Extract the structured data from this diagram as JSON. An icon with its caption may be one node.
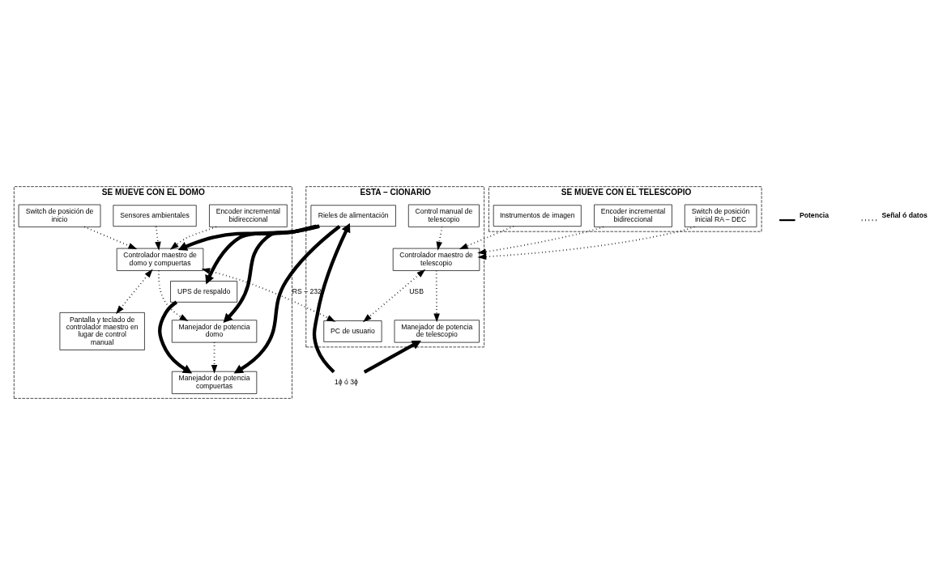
{
  "diagram": {
    "nodes": [
      {
        "text": [
          "SE MUEVE CON EL DOMO"
        ]
      },
      {
        "text": [
          "Controlador maestro de domo y compuertas"
        ],
        "in": 0
      },
      {
        "text": [
          "Manejador de potencia domo"
        ],
        "in": 0
      },
      {
        "text": [
          "Manejador de potencia compuertas"
        ],
        "in": 0
      },
      {
        "text": [
          "Pantalla y teclado de controlador maestro en lugar de control manual"
        ],
        "in": 0
      },
      {
        "text": [
          "UPS de respaldo"
        ],
        "in": 0
      },
      {
        "text": [
          "Encoder incremental bidireccional"
        ],
        "in": 0
      },
      {
        "text": [
          "Sensores ambientales"
        ],
        "in": 0
      },
      {
        "text": [
          "Switch de posición de inicio"
        ],
        "in": 0
      },
      {
        "text": [
          "ESTA – CIONARIO"
        ]
      },
      {
        "text": [
          "PC de usuario"
        ],
        "in": 9
      },
      {
        "text": [
          "Manejador de potencia de telescopio"
        ],
        "in": 9
      },
      {
        "text": [
          "Rieles de alimentación"
        ],
        "in": 9
      },
      {
        "text": [
          "Control manual de telescopio"
        ],
        "in": 9
      },
      {
        "text": [
          "Controlador maestro de telescopio"
        ],
        "in": 9
      },
      {
        "text": [
          "SE MUEVE CON EL TELESCOPIO"
        ]
      },
      {
        "text": [
          "Switch de posición inicial RA – DEC"
        ],
        "in": 15
      },
      {
        "text": [
          "Instrumentos de imagen"
        ],
        "in": 15
      },
      {
        "text": [
          "Encoder incremental bidireccional"
        ],
        "in": 15
      },
      {
        "text": [
          "1ϕ ó 3ϕ"
        ]
      }
    ],
    "edges": [
      {
        "from": 1,
        "to": 10,
        "arrow": "both",
        "label": "RS – 232",
        "style": "dashed"
      },
      {
        "from": 14,
        "to": 10,
        "arrow": "both",
        "label": "USB",
        "style": "dashed"
      },
      {
        "from": 1,
        "to": 2,
        "arrow": "to",
        "style": "dashed"
      },
      {
        "from": 2,
        "to": 3,
        "arrow": "to",
        "style": "dashed"
      },
      {
        "from": 1,
        "to": 4,
        "arrow": "both",
        "style": "dashed"
      },
      {
        "from": 6,
        "to": 1,
        "arrow": "to",
        "style": "dashed"
      },
      {
        "from": 7,
        "to": 1,
        "arrow": "to",
        "style": "dashed"
      },
      {
        "from": 8,
        "to": 1,
        "arrow": "to",
        "style": "dashed"
      },
      {
        "from": 19,
        "to": 11,
        "arrow": "to",
        "style": "thick"
      },
      {
        "from": 19,
        "to": 12,
        "arrow": "to",
        "style": "thick"
      },
      {
        "from": 12,
        "to": 5,
        "arrow": "to",
        "style": "thick"
      },
      {
        "from": 12,
        "to": 2,
        "arrow": "to",
        "style": "thick"
      },
      {
        "from": 12,
        "to": 3,
        "arrow": "to",
        "style": "thick"
      },
      {
        "from": 12,
        "to": 1,
        "arrow": "to",
        "style": "thick"
      },
      {
        "from": 5,
        "to": 3,
        "arrow": "to",
        "style": "thick"
      },
      {
        "from": 13,
        "to": 14,
        "arrow": "to",
        "style": "dashed"
      },
      {
        "from": 14,
        "to": 11,
        "arrow": "to",
        "style": "dashed"
      },
      {
        "from": 16,
        "to": 14,
        "arrow": "to",
        "style": "dashed"
      },
      {
        "from": 17,
        "to": 14,
        "arrow": "to",
        "style": "dashed"
      },
      {
        "from": 18,
        "to": 14,
        "arrow": "to",
        "style": "dashed"
      }
    ],
    "legend": [
      {
        "text": "Potencia"
      },
      {
        "text": "Señal ó datos"
      }
    ]
  }
}
